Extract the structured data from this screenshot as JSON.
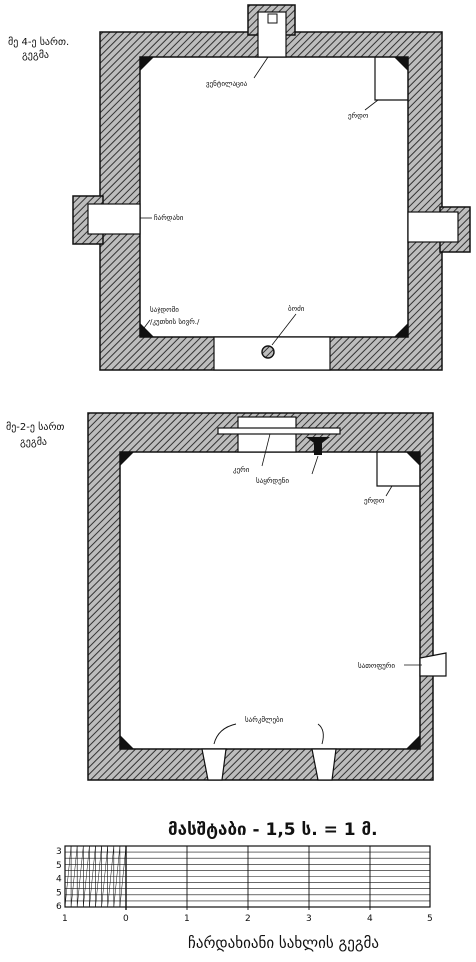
{
  "plan_top": {
    "title_line1": "მე 4-ე სართ.",
    "title_line2": "გეგმა",
    "labels": {
      "ventilation": "ვენტილაცია",
      "stair": "ერდო",
      "window_left": "ჩარდახი",
      "bench": "საჯდომი",
      "bench_note": "/კუთხის სივრ./",
      "hearth": "ბოძი"
    }
  },
  "plan_bottom": {
    "title_line1": "მე-2-ე სართ",
    "title_line2": "გეგმა",
    "labels": {
      "hearth": "კერი",
      "support": "საყრდენი",
      "stair": "ერდო",
      "niche": "სათოფური",
      "doors": "სარკმლები"
    }
  },
  "scale": {
    "title": "მასშტაბი - 1,5 ს. = 1 მ.",
    "row_ticks": [
      "3",
      "5",
      "4",
      "5",
      "6"
    ],
    "col_ticks": [
      "1",
      "0",
      "1",
      "2",
      "3",
      "4",
      "5"
    ]
  },
  "caption": "ჩარდახიანი სახლის გეგმა"
}
